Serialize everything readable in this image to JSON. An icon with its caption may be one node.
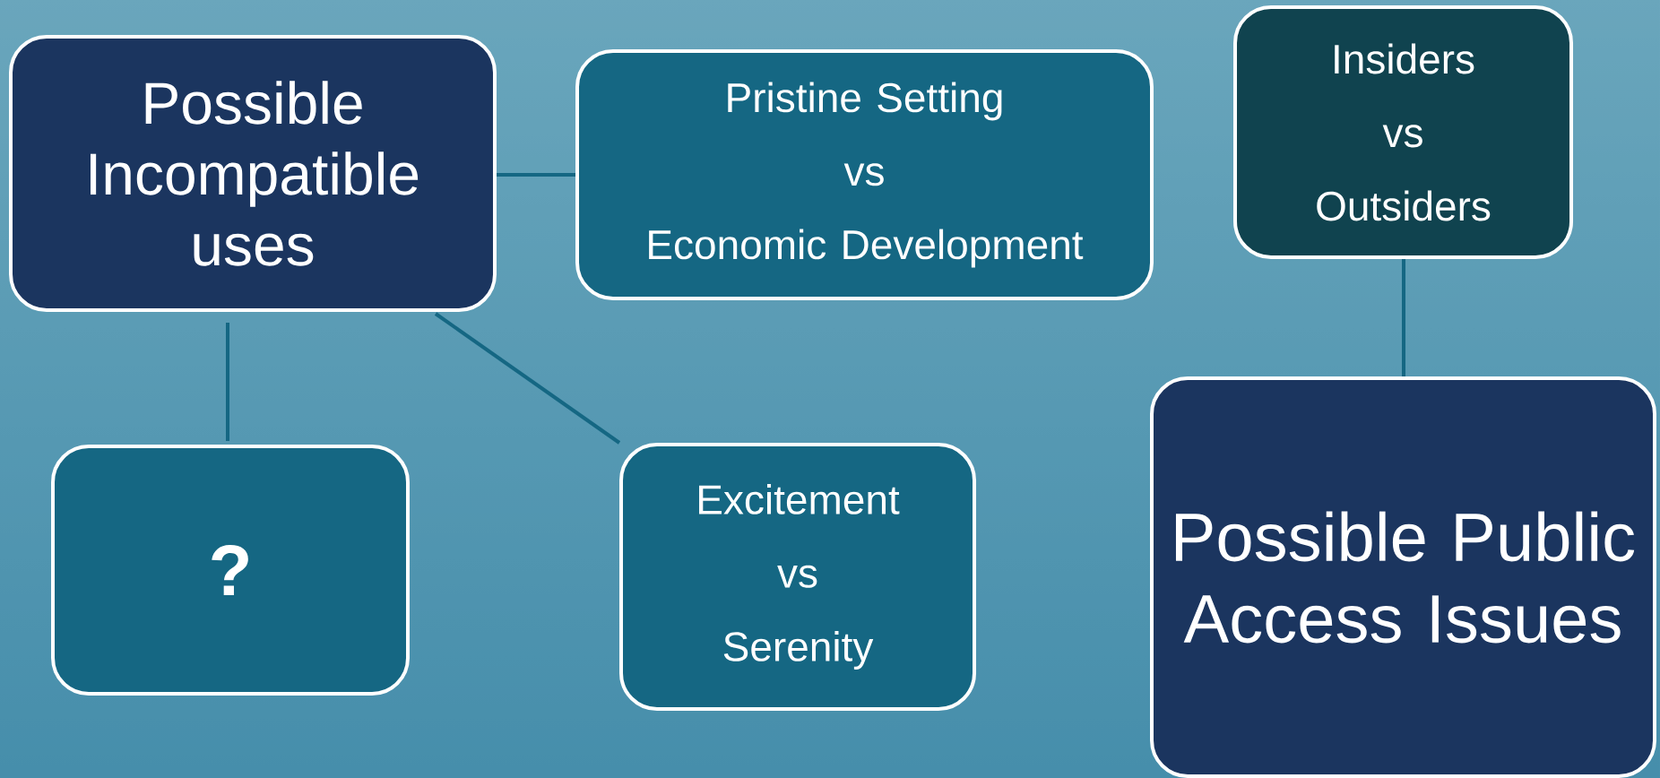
{
  "diagram": {
    "nodes": [
      {
        "text": [
          "Possible Incompatible uses"
        ]
      },
      {
        "text": [
          "Pristine Setting",
          "vs",
          "Economic Development"
        ]
      },
      {
        "text": [
          "Insiders",
          "vs",
          "Outsiders"
        ]
      },
      {
        "text": [
          "?"
        ]
      },
      {
        "text": [
          "Excitement",
          "vs",
          "Serenity"
        ]
      },
      {
        "text": [
          "Possible Public Access Issues"
        ]
      }
    ],
    "edges": [
      {
        "from": 0,
        "to": 1,
        "arrow": "none"
      },
      {
        "from": 0,
        "to": 3,
        "arrow": "none"
      },
      {
        "from": 0,
        "to": 4,
        "arrow": "none"
      },
      {
        "from": 2,
        "to": 5,
        "arrow": "none"
      }
    ]
  }
}
